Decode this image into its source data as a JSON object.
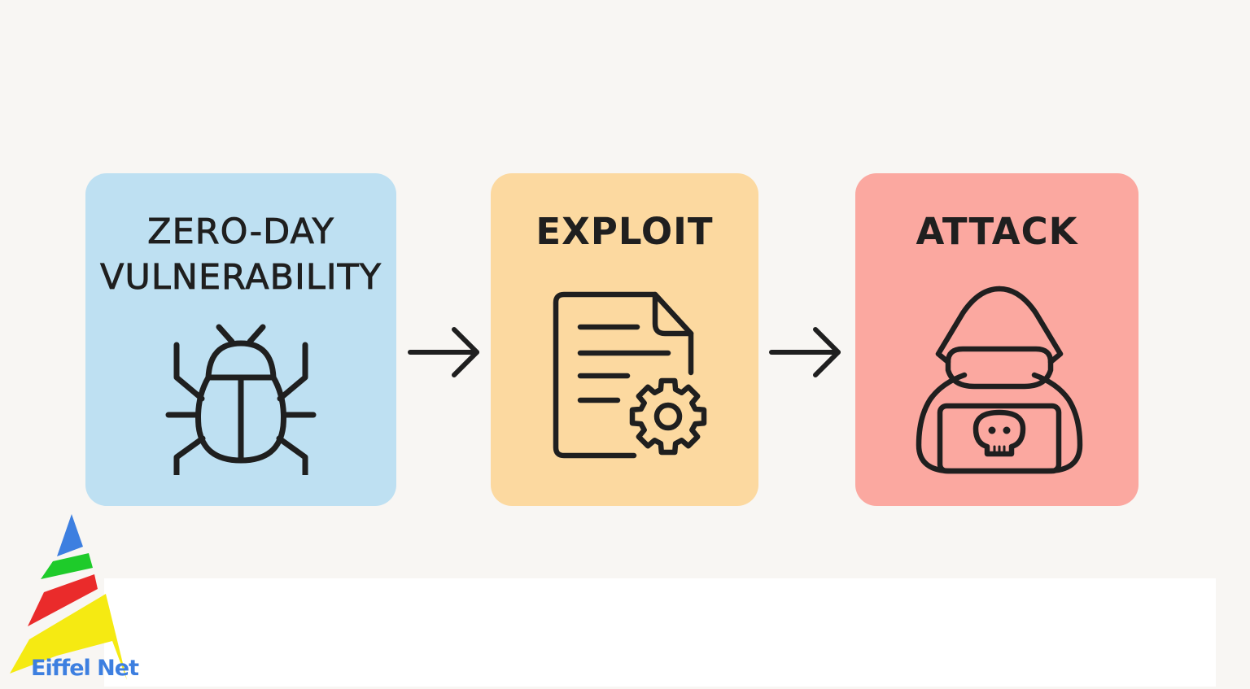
{
  "colors": {
    "background": "#f8f6f3",
    "zero_day_card": "#bee0f2",
    "exploit_card": "#fcd9a0",
    "attack_card": "#fba8a0",
    "icon_stroke": "#1f1f1f",
    "logo_blue": "#3d7fe0",
    "logo_green": "#1ecb2a",
    "logo_red": "#ea2b2b",
    "logo_yellow": "#f5ea12"
  },
  "flow": {
    "steps": [
      {
        "title_line1": "ZERO-DAY",
        "title_line2": "VULNERABILITY",
        "icon": "bug-icon"
      },
      {
        "title": "EXPLOIT",
        "icon": "document-gear-icon"
      },
      {
        "title": "ATTACK",
        "icon": "hooded-hacker-laptop-icon"
      }
    ],
    "connectors": [
      "arrow-right-icon",
      "arrow-right-icon"
    ]
  },
  "logo": {
    "text": "Eiffel Net",
    "icon": "eiffel-net-logo"
  }
}
